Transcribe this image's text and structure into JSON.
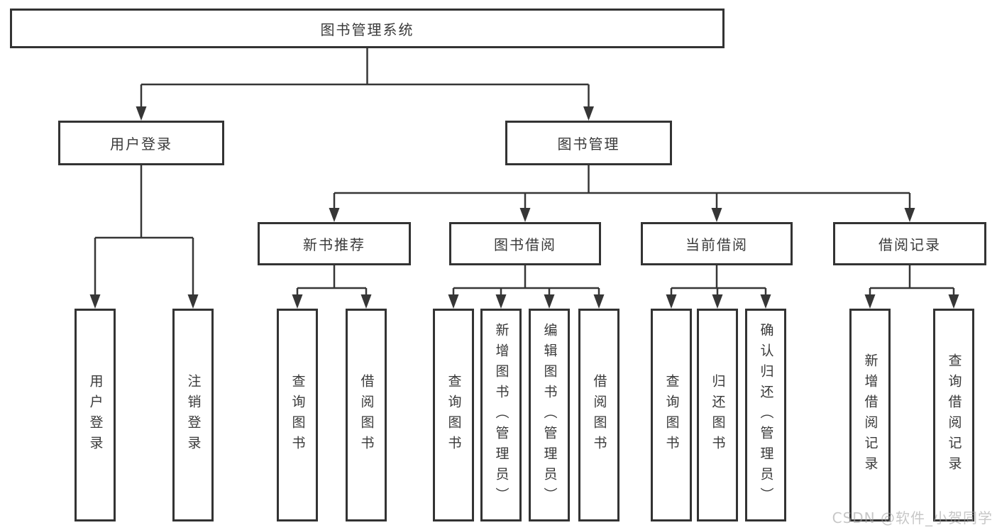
{
  "diagram": {
    "type": "org-tree",
    "colors": {
      "line": "#363636",
      "box_border": "#333333",
      "text": "#3a3a3a",
      "background": "#ffffff",
      "watermark": "#c9c9c9"
    },
    "watermark": "CSDN @软件_小贺同学",
    "tree": {
      "label": "图书管理系统",
      "children": [
        {
          "label": "用户登录",
          "children": [
            {
              "label": "用户登录"
            },
            {
              "label": "注销登录"
            }
          ]
        },
        {
          "label": "图书管理",
          "children": [
            {
              "label": "新书推荐",
              "children": [
                {
                  "label": "查询图书"
                },
                {
                  "label": "借阅图书"
                }
              ]
            },
            {
              "label": "图书借阅",
              "children": [
                {
                  "label": "查询图书"
                },
                {
                  "label": "新增图书（管理员）"
                },
                {
                  "label": "编辑图书（管理员）"
                },
                {
                  "label": "借阅图书"
                }
              ]
            },
            {
              "label": "当前借阅",
              "children": [
                {
                  "label": "查询图书"
                },
                {
                  "label": "归还图书"
                },
                {
                  "label": "确认归还（管理员）"
                }
              ]
            },
            {
              "label": "借阅记录",
              "children": [
                {
                  "label": "新增借阅记录"
                },
                {
                  "label": "查询借阅记录"
                }
              ]
            }
          ]
        }
      ]
    }
  }
}
